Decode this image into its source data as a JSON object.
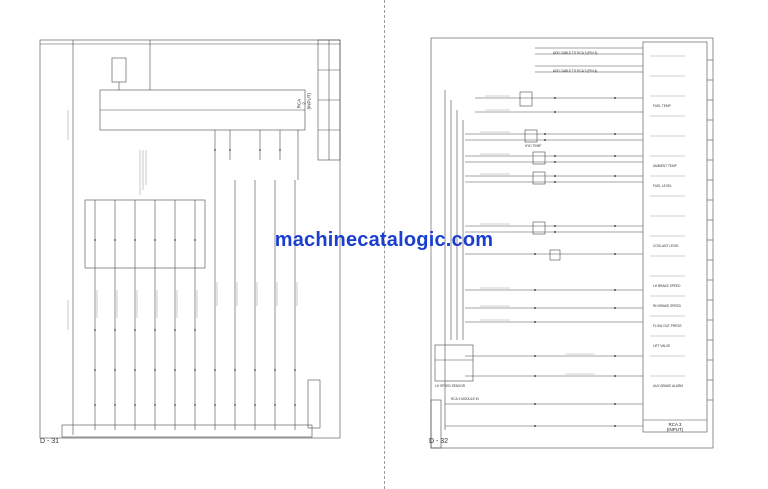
{
  "watermark": "machinecatalogic.com",
  "left_page": {
    "page_number": "D - 31",
    "block_label": "RCA 2\n(INPUT)"
  },
  "right_page": {
    "page_number": "D - 32",
    "block_label": "RCA 3\n(INPUT)",
    "module_label": "RCA 3 MODULE IN",
    "sensor_labels": [
      "FUEL TEMP",
      "AMBIENT TEMP",
      "FUEL LEVEL",
      "COOLANT LEVEL",
      "LH BRAKE SPEED",
      "RH BRAKE SPEED",
      "FLOW OUT PRESS",
      "LIFT VALVE",
      "AUX BRAKE ALARM"
    ],
    "left_sensor_label": "LH SPEED SENSOR",
    "aux_label": "HYD TEMP",
    "cable_labels": [
      "ADD CABLE TO RCA 3 (PIN 3)",
      "ADD CABLE TO RCA 3 (PIN 4)"
    ]
  },
  "colors": {
    "line": "#4a4a4a",
    "watermark": "#1a3fd0",
    "background": "#ffffff"
  }
}
